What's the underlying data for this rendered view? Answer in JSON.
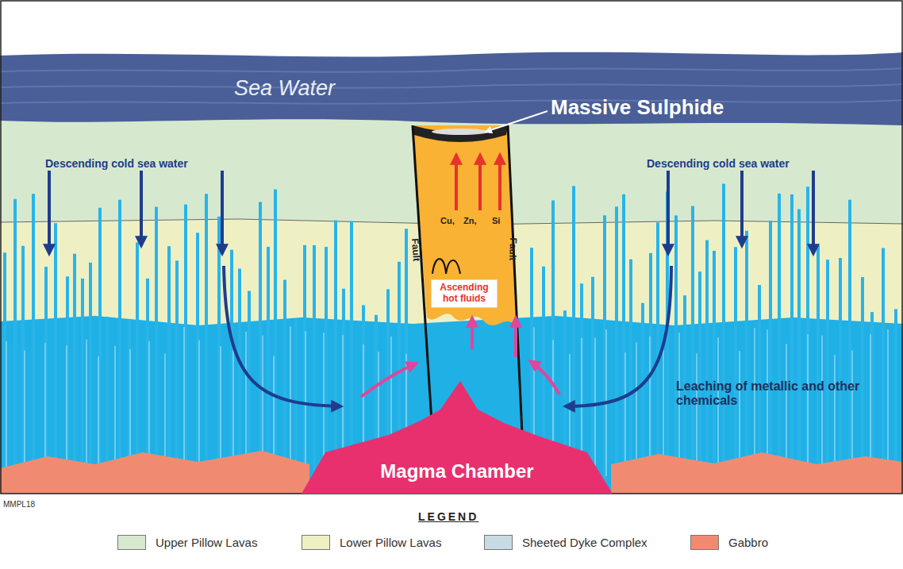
{
  "diagram": {
    "nodes": [
      {
        "text": [
          "Ascending hot fluids"
        ]
      },
      {
        "text": [
          "Magma Chamber"
        ]
      }
    ],
    "labels": [
      "Sea Water",
      "Massive Sulphide",
      "Descending cold sea water",
      "Descending cold sea water",
      "Cu,",
      "Zn,",
      "Si",
      "Fault",
      "Fault",
      "Leaching of metallic and other chemicals",
      "MMPL18",
      "LEGEND"
    ],
    "legend": [
      {
        "text": "Upper Pillow Lavas",
        "color": "#d6e9cf"
      },
      {
        "text": "Lower Pillow Lavas",
        "color": "#eef0c4"
      },
      {
        "text": "Sheeted Dyke Complex",
        "color": "#c8dbe4"
      },
      {
        "text": "Gabbro",
        "color": "#f08b72"
      }
    ]
  }
}
